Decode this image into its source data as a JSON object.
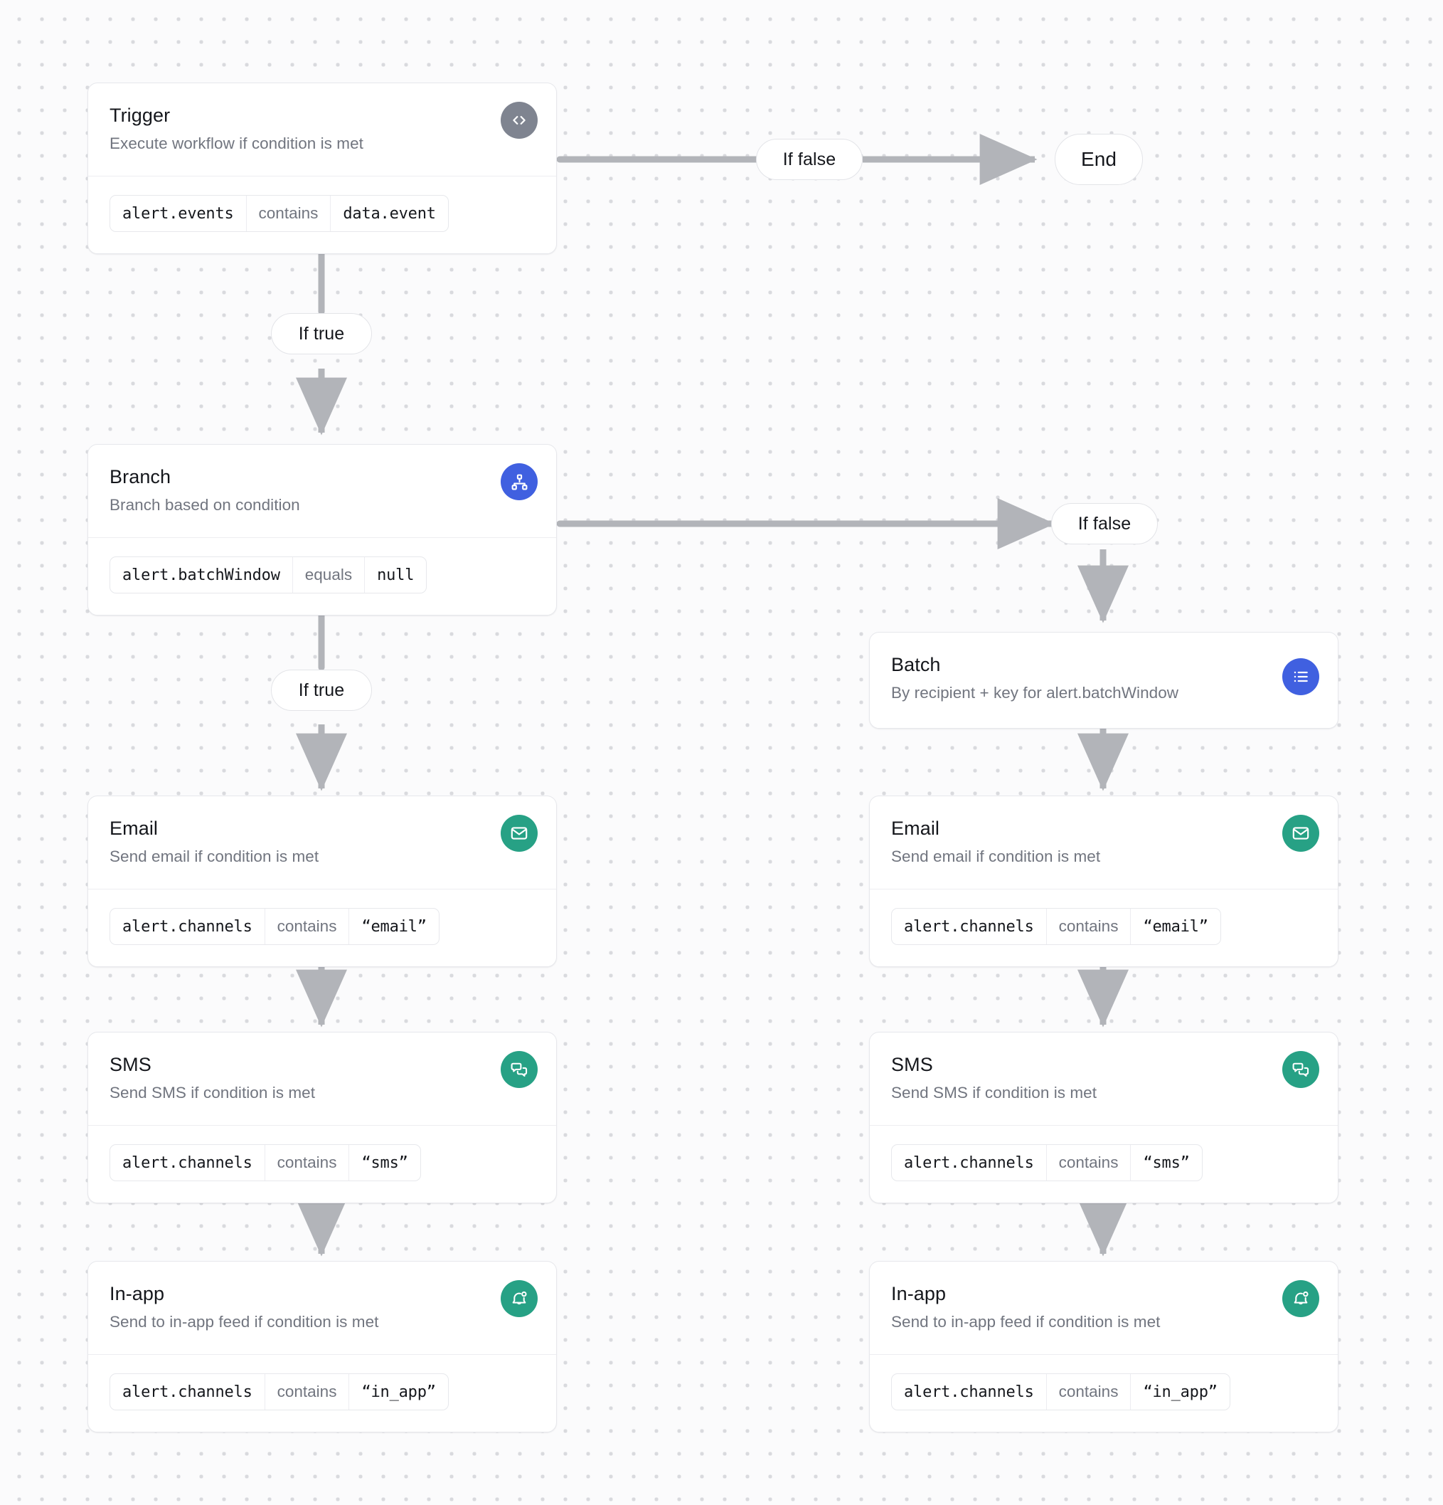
{
  "canvas": {
    "background": "#fbfbfc",
    "dot_color": "#d9dade",
    "edge_color": "#b2b4b9"
  },
  "colors": {
    "trigger_icon_bg": "#7f8490",
    "branch_icon_bg": "#4060e0",
    "batch_icon_bg": "#4060e0",
    "channel_icon_bg": "#27a185",
    "card_border": "#e7e8ec",
    "title_text": "#15171c",
    "muted_text": "#71757f"
  },
  "nodes": [
    {
      "id": "trigger",
      "title": "Trigger",
      "subtitle": "Execute workflow if condition is met",
      "icon": "code-brackets-icon",
      "condition": {
        "field": "alert.events",
        "operator": "contains",
        "value": "data.event"
      }
    },
    {
      "id": "branch",
      "title": "Branch",
      "subtitle": "Branch based on condition",
      "icon": "sitemap-icon",
      "condition": {
        "field": "alert.batchWindow",
        "operator": "equals",
        "value": "null"
      }
    },
    {
      "id": "batch",
      "title": "Batch",
      "subtitle": "By recipient + key for alert.batchWindow",
      "icon": "list-icon",
      "condition": null
    },
    {
      "id": "email-left",
      "title": "Email",
      "subtitle": "Send email if condition is met",
      "icon": "envelope-icon",
      "condition": {
        "field": "alert.channels",
        "operator": "contains",
        "value": "“email”"
      }
    },
    {
      "id": "sms-left",
      "title": "SMS",
      "subtitle": "Send SMS if condition is met",
      "icon": "chat-bubbles-icon",
      "condition": {
        "field": "alert.channels",
        "operator": "contains",
        "value": "“sms”"
      }
    },
    {
      "id": "inapp-left",
      "title": "In-app",
      "subtitle": "Send to in-app feed if condition is met",
      "icon": "bell-dot-icon",
      "condition": {
        "field": "alert.channels",
        "operator": "contains",
        "value": "“in_app”"
      }
    },
    {
      "id": "email-right",
      "title": "Email",
      "subtitle": "Send email if condition is met",
      "icon": "envelope-icon",
      "condition": {
        "field": "alert.channels",
        "operator": "contains",
        "value": "“email”"
      }
    },
    {
      "id": "sms-right",
      "title": "SMS",
      "subtitle": "Send SMS if condition is met",
      "icon": "chat-bubbles-icon",
      "condition": {
        "field": "alert.channels",
        "operator": "contains",
        "value": "“sms”"
      }
    },
    {
      "id": "inapp-right",
      "title": "In-app",
      "subtitle": "Send to in-app feed if condition is met",
      "icon": "bell-dot-icon",
      "condition": {
        "field": "alert.channels",
        "operator": "contains",
        "value": "“in_app”"
      }
    }
  ],
  "edge_labels": {
    "trigger_false": "If false",
    "trigger_true": "If true",
    "branch_false": "If false",
    "branch_true": "If true"
  },
  "terminal": {
    "end": "End"
  }
}
